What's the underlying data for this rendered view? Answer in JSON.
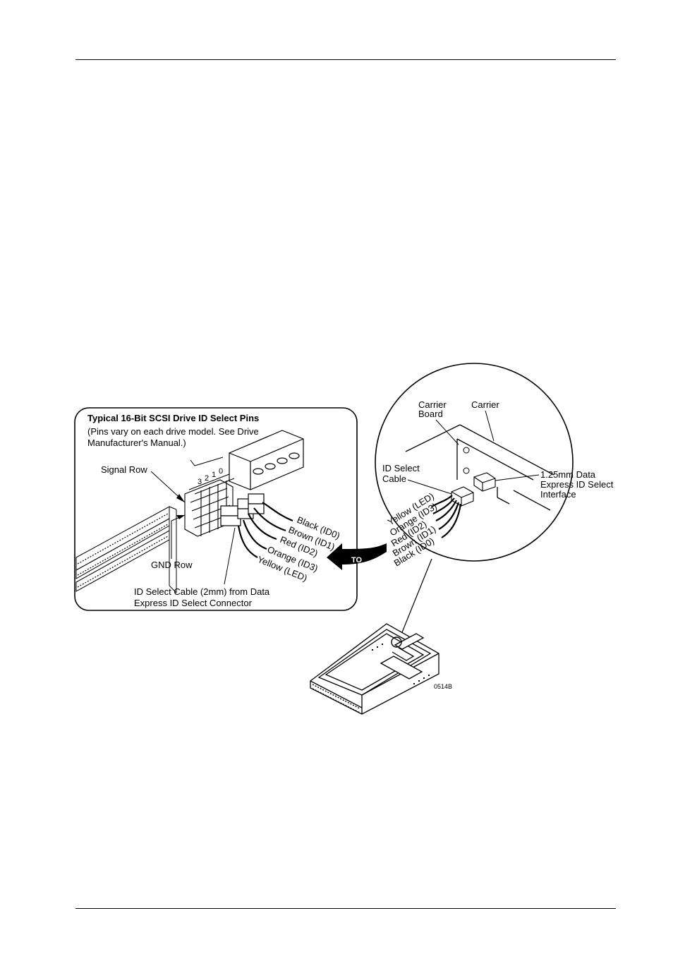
{
  "inset": {
    "title": "Typical 16-Bit SCSI Drive ID Select Pins",
    "note_line1": "(Pins vary on each drive model. See Drive",
    "note_line2": "Manufacturer's Manual.)",
    "pin_numbers": [
      "3",
      "2",
      "1",
      "0"
    ],
    "signal_row": "Signal Row",
    "gnd_row": "GND Row",
    "wires": [
      "Black (ID0)",
      "Brown (ID1)",
      "Red (ID2)",
      "Orange (ID3)",
      "Yellow (LED)"
    ],
    "cable_line1": "ID Select Cable (2mm) from Data",
    "cable_line2": "Express ID Select Connector"
  },
  "to_arrow": "TO",
  "magnified": {
    "carrier_board_line1": "Carrier",
    "carrier_board_line2": "Board",
    "carrier": "Carrier",
    "id_select_line1": "ID Select",
    "id_select_line2": "Cable",
    "interface_line1": "1.25mm Data",
    "interface_line2": "Express ID Select",
    "interface_line3": "Interface",
    "wires": [
      "Yellow (LED)",
      "Orange (ID3)",
      "Red (ID2)",
      "Brown (ID1)",
      "Black (ID0)"
    ]
  },
  "figure_id": "0514B"
}
